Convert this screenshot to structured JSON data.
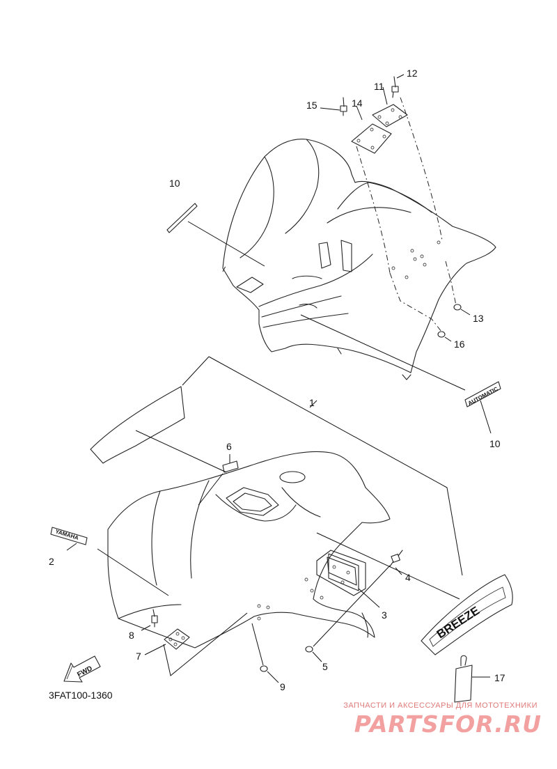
{
  "diagram_code": "3FAT100-1360",
  "callouts": {
    "c1": "1",
    "c2": "2",
    "c3": "3",
    "c4": "4",
    "c5": "5",
    "c6": "6",
    "c7": "7",
    "c8": "8",
    "c9": "9",
    "c10a": "10",
    "c10b": "10",
    "c11": "11",
    "c12": "12",
    "c13": "13",
    "c14": "14",
    "c15": "15",
    "c16": "16",
    "c17": "17"
  },
  "fwd_label": "FWD",
  "decals": {
    "automatic": "AUTOMATIC",
    "yamaha": "YAMAHA",
    "breeze": "BREEZE"
  },
  "watermark": {
    "line": "ЗАПЧАСТИ И АКСЕССУАРЫ ДЛЯ МОТОТЕХНИКИ",
    "logo": "PARTSFOR.RU"
  },
  "colors": {
    "line": "#222222",
    "watermark": "#f2a0a0"
  }
}
